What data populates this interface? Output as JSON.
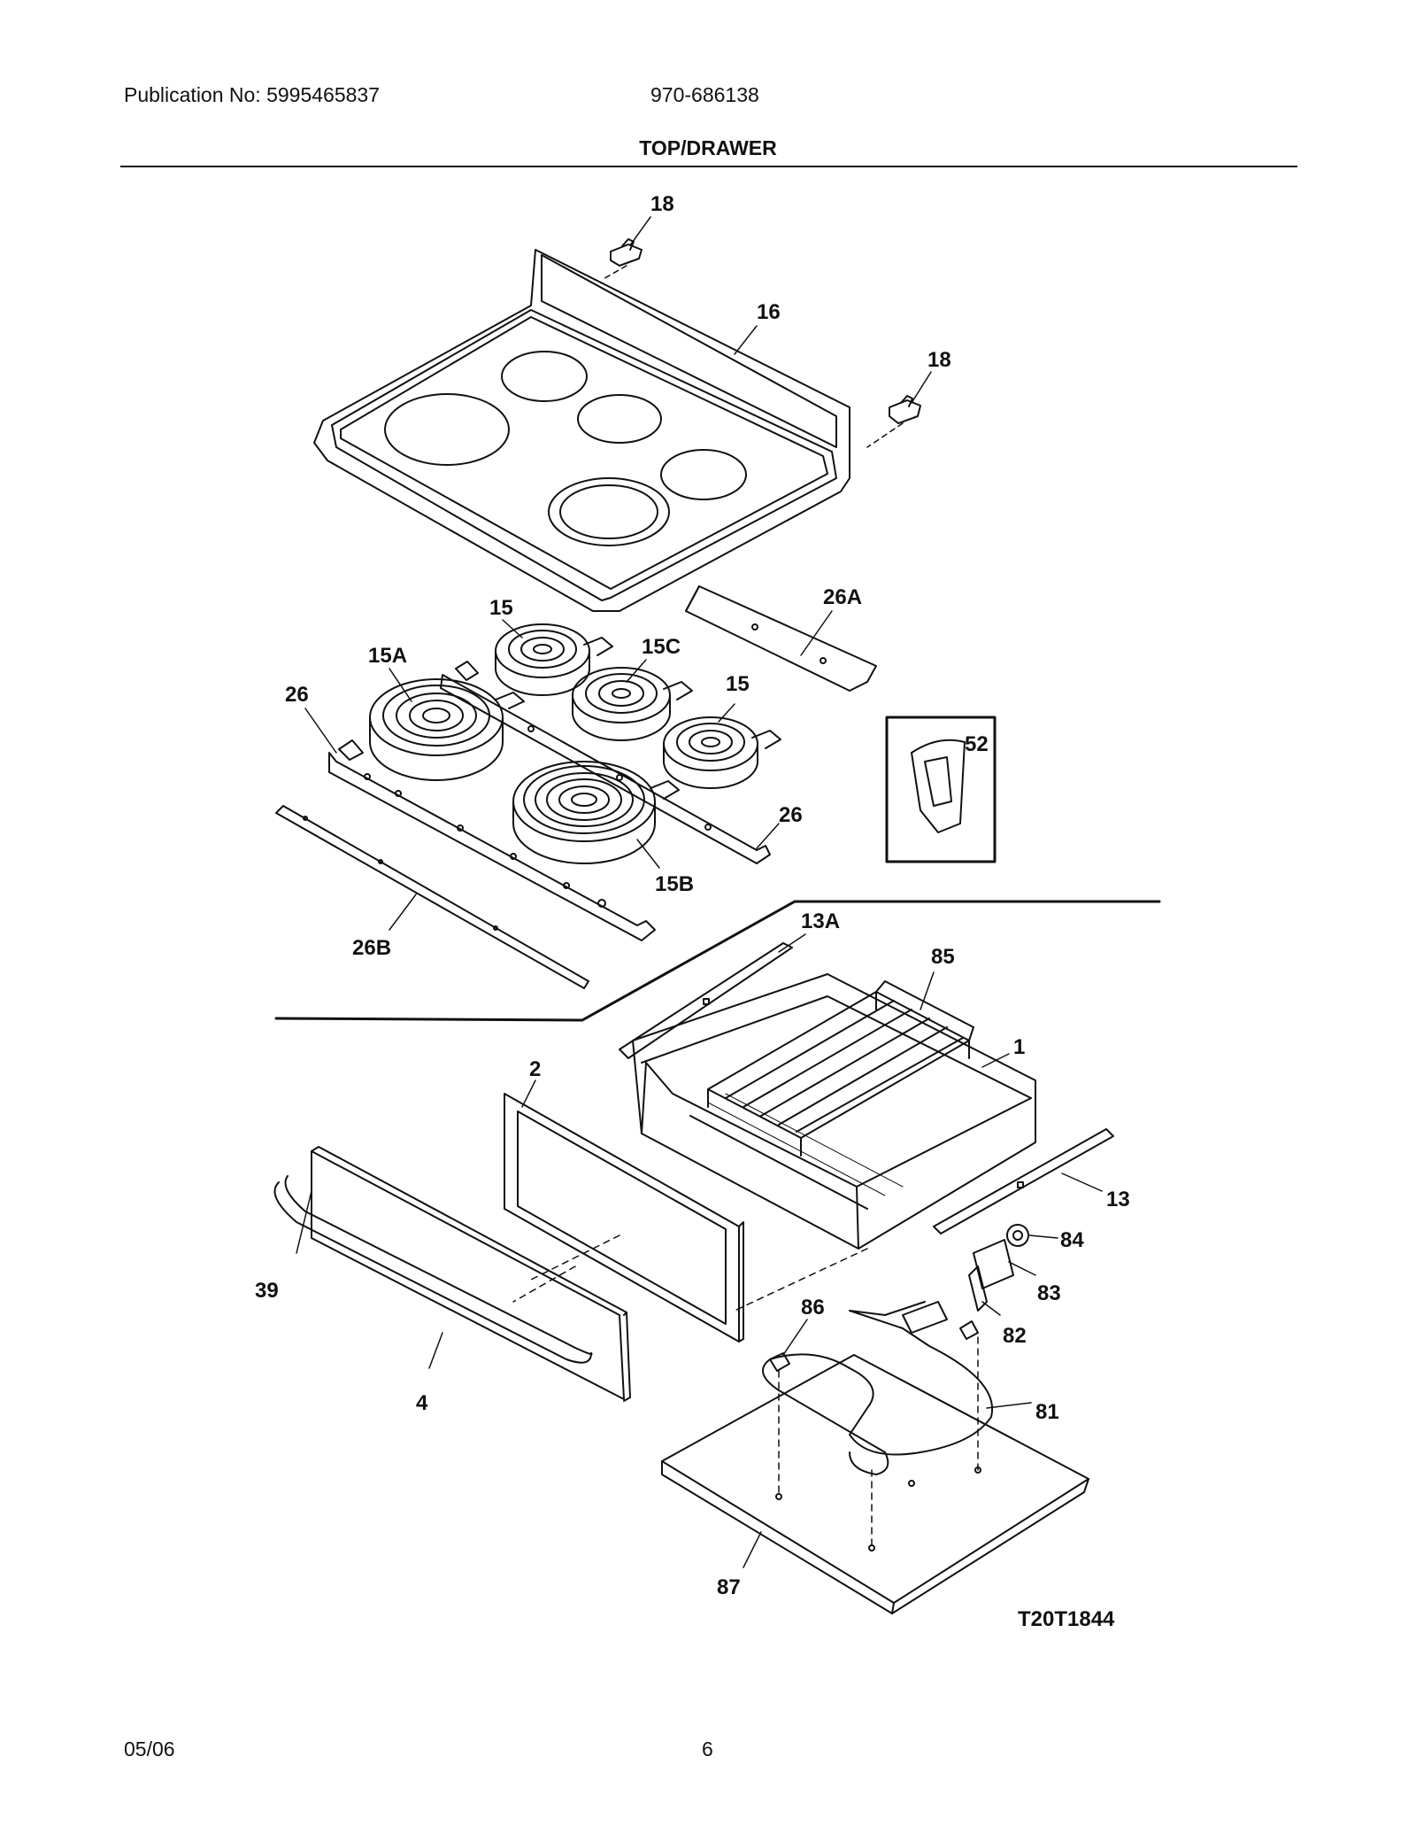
{
  "header": {
    "publication": "Publication No: 5995465837",
    "model_number": "970-686138",
    "section_title": "TOP/DRAWER"
  },
  "diagram": {
    "drawing_id": "T20T1844",
    "callouts": {
      "c18a": "18",
      "c16": "16",
      "c18b": "18",
      "c26a": "26A",
      "c15a_top": "15",
      "c15c": "15C",
      "c15A": "15A",
      "c15b_right": "15",
      "c26left": "26",
      "c52": "52",
      "c26right": "26",
      "c15B": "15B",
      "c13A": "13A",
      "c85": "85",
      "c26B": "26B",
      "c1": "1",
      "c2": "2",
      "c13": "13",
      "c84": "84",
      "c39": "39",
      "c83": "83",
      "c86": "86",
      "c82": "82",
      "c4": "4",
      "c81": "81",
      "c87": "87"
    }
  },
  "footer": {
    "date": "05/06",
    "page": "6"
  }
}
